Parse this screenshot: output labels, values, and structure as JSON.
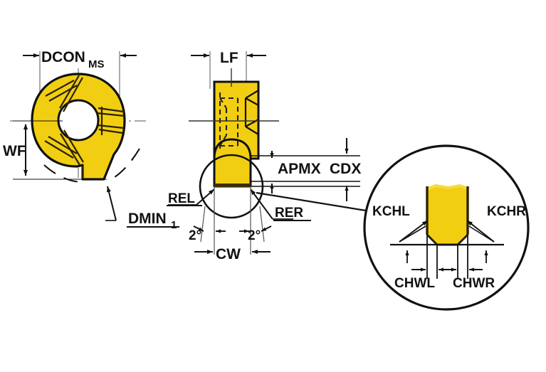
{
  "drawing": {
    "title": "Grooving insert dimensional diagram",
    "colors": {
      "insert_fill": "#F2CE12",
      "insert_fill_light": "#F7DB3A",
      "insert_edge_dark": "#3B2F07",
      "outline": "#111111",
      "background": "#FFFFFF",
      "dimension_line": "#111111",
      "centerline": "#555555"
    },
    "views": {
      "left": {
        "name": "end-view",
        "labels": {
          "dcon": "DCON",
          "dcon_sub": "MS",
          "wf": "WF",
          "dmin": "DMIN",
          "dmin_sub": "1"
        }
      },
      "middle": {
        "name": "side-view",
        "labels": {
          "lf": "LF",
          "apmx": "APMX",
          "cdx": "CDX",
          "rel": "REL",
          "rer": "RER",
          "cw": "CW",
          "angle_left": "2°",
          "angle_right": "2°"
        }
      },
      "detail": {
        "name": "detail-circle",
        "labels": {
          "kchl": "KCHL",
          "kchr": "KCHR",
          "chwl": "CHWL",
          "chwr": "CHWR"
        }
      }
    }
  }
}
